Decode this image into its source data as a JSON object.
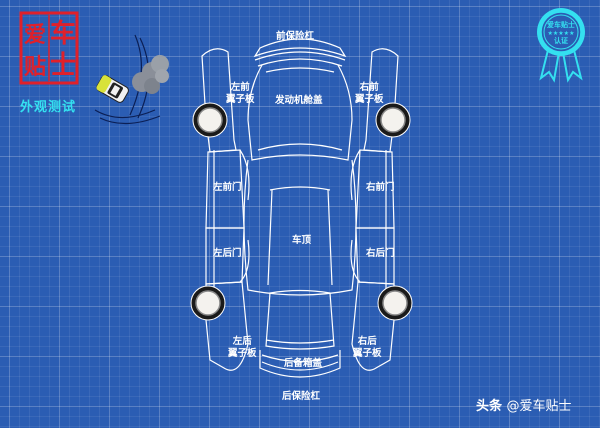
{
  "header": {
    "seal_text": [
      "爱",
      "车",
      "贴",
      "士"
    ],
    "title": "外观测试"
  },
  "badge": {
    "line1": "爱车贴士",
    "stars": "★★★★★",
    "line2": "认证"
  },
  "diagram": {
    "labels": {
      "front_bumper": "前保险杠",
      "hood": "发动机舱盖",
      "left_front_fender_1": "左前",
      "left_front_fender_2": "翼子板",
      "right_front_fender_1": "右前",
      "right_front_fender_2": "翼子板",
      "left_front_door": "左前门",
      "right_front_door": "右前门",
      "roof": "车顶",
      "left_rear_door": "左后门",
      "right_rear_door": "右后门",
      "left_rear_fender_1": "左后",
      "left_rear_fender_2": "翼子板",
      "right_rear_fender_1": "右后",
      "right_rear_fender_2": "翼子板",
      "trunk": "后备箱盖",
      "rear_bumper": "后保险杠"
    }
  },
  "footer": {
    "source": "头条",
    "handle": "@爱车贴士"
  },
  "colors": {
    "background": "#2b5db3",
    "line": "#ffffff",
    "title": "#34e0f0",
    "seal": "#e0202a",
    "badge": "#34e0f0"
  }
}
